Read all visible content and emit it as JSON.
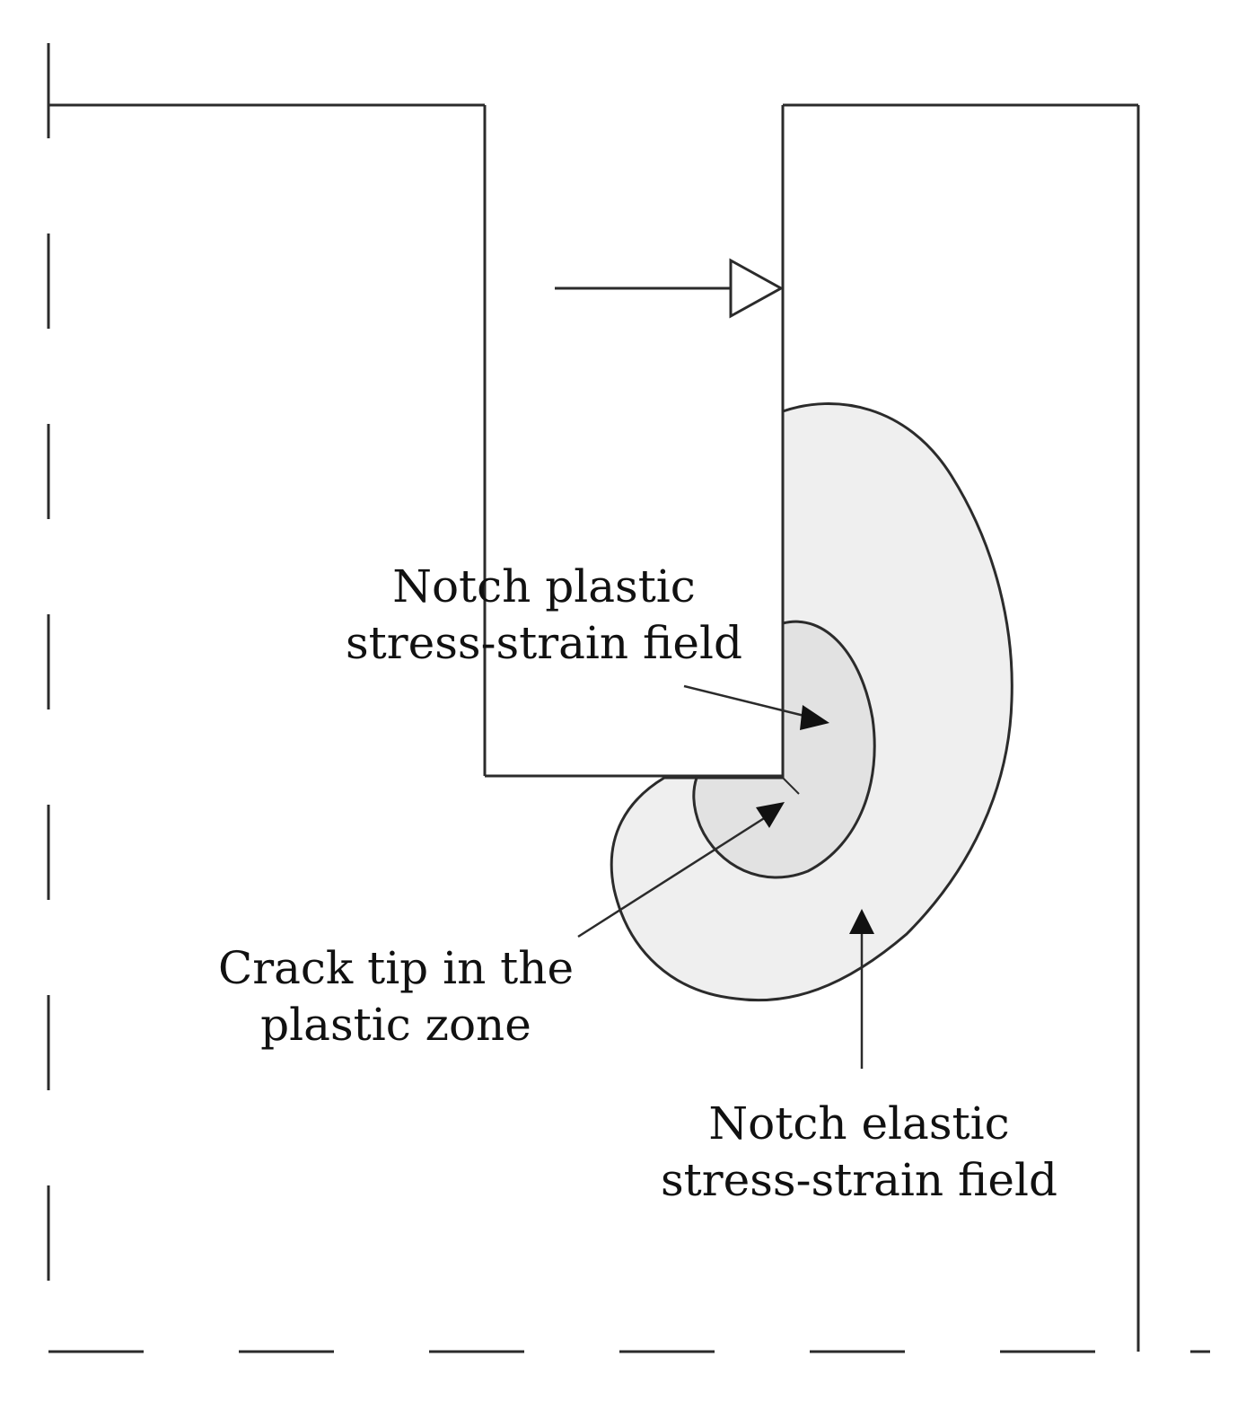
{
  "labels": {
    "plastic_field": [
      "Notch plastic",
      "stress-strain field"
    ],
    "crack_tip": [
      "Crack tip in the",
      "plastic zone"
    ],
    "elastic_field": [
      "Notch elastic",
      "stress-strain field"
    ]
  },
  "colors": {
    "line": "#2b2b2b",
    "elastic_zone_fill": "#efefef",
    "plastic_zone_fill": "#e2e2e2",
    "text": "#111111"
  }
}
